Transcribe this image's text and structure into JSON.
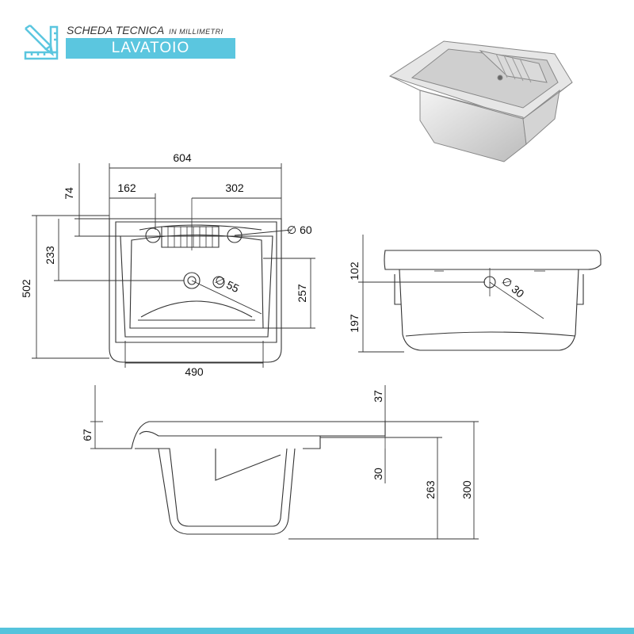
{
  "header": {
    "title": "SCHEDA TECNICA",
    "subtitle": "IN MILLIMETRI",
    "product": "LAVATOIO"
  },
  "colors": {
    "accent": "#5bc6df",
    "line": "#333333"
  },
  "icons": {
    "logo": "pencil-ruler-icon"
  },
  "dimensions": {
    "top_view": {
      "width": "604",
      "left_offset": "162",
      "right_offset": "302",
      "back_edge": "74",
      "drain_depth": "233",
      "depth": "502",
      "basin_depth": "257",
      "basin_width": "490",
      "tap_hole": "∅ 60",
      "drain_hole": "∅ 55"
    },
    "side_view": {
      "rim_height": "102",
      "lower_height": "197",
      "hole": "∅ 30"
    },
    "section_view": {
      "top_rim": "37",
      "left_rim": "67",
      "drain_offset": "30",
      "inner_height": "263",
      "total_height": "300"
    }
  }
}
